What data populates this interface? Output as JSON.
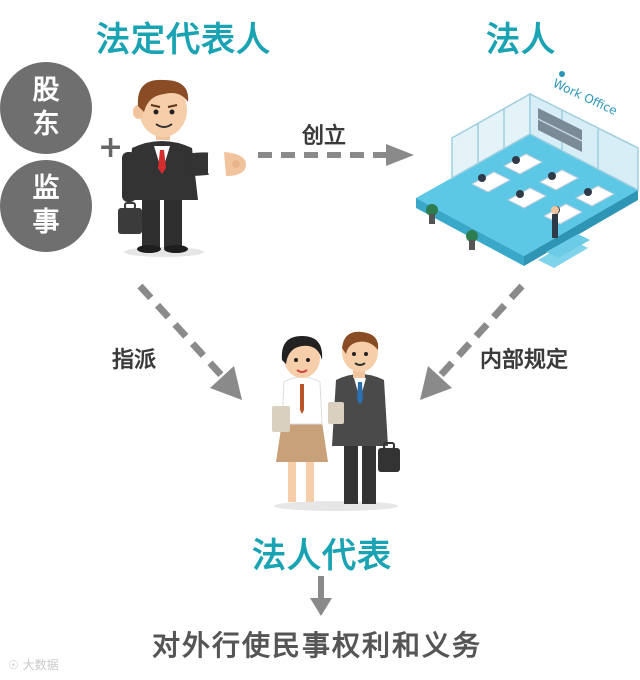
{
  "title_left": "法定代表人",
  "title_right": "法人",
  "side_circles": [
    {
      "text": "股东"
    },
    {
      "text": "监事"
    }
  ],
  "plus": "+",
  "edges": {
    "create": "创立",
    "appoint": "指派",
    "internal_rules": "内部规定"
  },
  "office_sign": "Work Office",
  "representative_label": "法人代表",
  "bottom_text": "对外行使民事权利和义务",
  "watermark": "大数据",
  "colors": {
    "teal": "#1aa3b3",
    "gray_circle": "#6f6f6f",
    "arrow_gray": "#8a8a8a",
    "floor_blue": "#5cc8e6"
  }
}
